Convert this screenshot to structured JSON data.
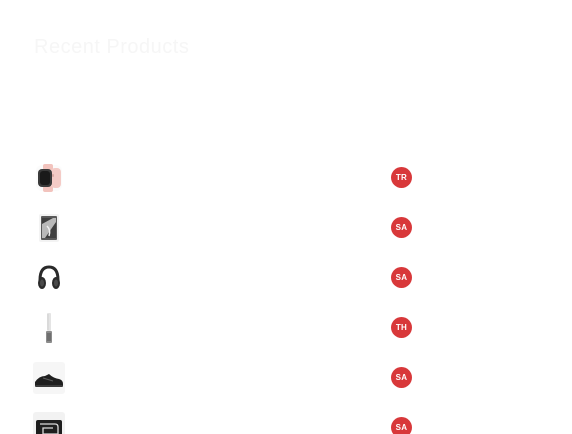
{
  "header": {
    "title": "Recent Products"
  },
  "colors": {
    "badge": "#d8383a",
    "title": "#f6f6f6"
  },
  "products": [
    {
      "icon": "smartwatch-icon",
      "badge": "TR"
    },
    {
      "icon": "smartphone-icon",
      "badge": "SA"
    },
    {
      "icon": "headphones-icon",
      "badge": "SA"
    },
    {
      "icon": "air-purifier-icon",
      "badge": "TH"
    },
    {
      "icon": "sneaker-icon",
      "badge": "SA"
    },
    {
      "icon": "product-box-icon",
      "badge": "SA"
    }
  ]
}
